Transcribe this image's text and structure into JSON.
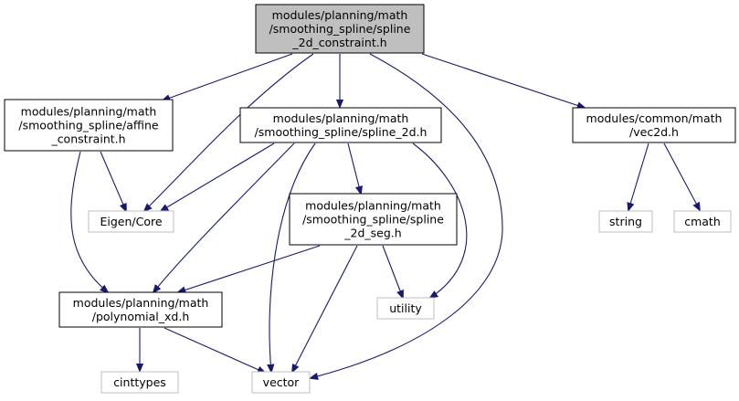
{
  "diagram": {
    "type": "include-dependency-graph",
    "colors": {
      "edge": "#191970",
      "root_fill": "#bfbfbf",
      "node_border": "#000000",
      "external_border": "#bfbfbf",
      "background": "#ffffff"
    },
    "nodes": [
      {
        "id": "root",
        "lines": [
          "modules/planning/math",
          "/smoothing_spline/spline",
          "_2d_constraint.h"
        ],
        "kind": "root"
      },
      {
        "id": "affine",
        "lines": [
          "modules/planning/math",
          "/smoothing_spline/affine",
          "_constraint.h"
        ],
        "kind": "internal"
      },
      {
        "id": "spline2d",
        "lines": [
          "modules/planning/math",
          "/smoothing_spline/spline_2d.h"
        ],
        "kind": "internal"
      },
      {
        "id": "vec2d",
        "lines": [
          "modules/common/math",
          "/vec2d.h"
        ],
        "kind": "internal"
      },
      {
        "id": "eigen",
        "lines": [
          "Eigen/Core"
        ],
        "kind": "external"
      },
      {
        "id": "seg",
        "lines": [
          "modules/planning/math",
          "/smoothing_spline/spline",
          "_2d_seg.h"
        ],
        "kind": "internal"
      },
      {
        "id": "string",
        "lines": [
          "string"
        ],
        "kind": "external"
      },
      {
        "id": "cmath",
        "lines": [
          "cmath"
        ],
        "kind": "external"
      },
      {
        "id": "poly",
        "lines": [
          "modules/planning/math",
          "/polynomial_xd.h"
        ],
        "kind": "internal"
      },
      {
        "id": "utility",
        "lines": [
          "utility"
        ],
        "kind": "external"
      },
      {
        "id": "cinttypes",
        "lines": [
          "cinttypes"
        ],
        "kind": "external"
      },
      {
        "id": "vector",
        "lines": [
          "vector"
        ],
        "kind": "external"
      }
    ],
    "edges": [
      {
        "from": "root",
        "to": "affine"
      },
      {
        "from": "root",
        "to": "eigen"
      },
      {
        "from": "root",
        "to": "spline2d"
      },
      {
        "from": "root",
        "to": "vector"
      },
      {
        "from": "root",
        "to": "vec2d"
      },
      {
        "from": "affine",
        "to": "eigen"
      },
      {
        "from": "affine",
        "to": "poly"
      },
      {
        "from": "spline2d",
        "to": "eigen"
      },
      {
        "from": "spline2d",
        "to": "poly"
      },
      {
        "from": "spline2d",
        "to": "vector"
      },
      {
        "from": "spline2d",
        "to": "seg"
      },
      {
        "from": "spline2d",
        "to": "utility"
      },
      {
        "from": "vec2d",
        "to": "string"
      },
      {
        "from": "vec2d",
        "to": "cmath"
      },
      {
        "from": "seg",
        "to": "poly"
      },
      {
        "from": "seg",
        "to": "utility"
      },
      {
        "from": "seg",
        "to": "vector"
      },
      {
        "from": "poly",
        "to": "cinttypes"
      },
      {
        "from": "poly",
        "to": "vector"
      }
    ]
  }
}
